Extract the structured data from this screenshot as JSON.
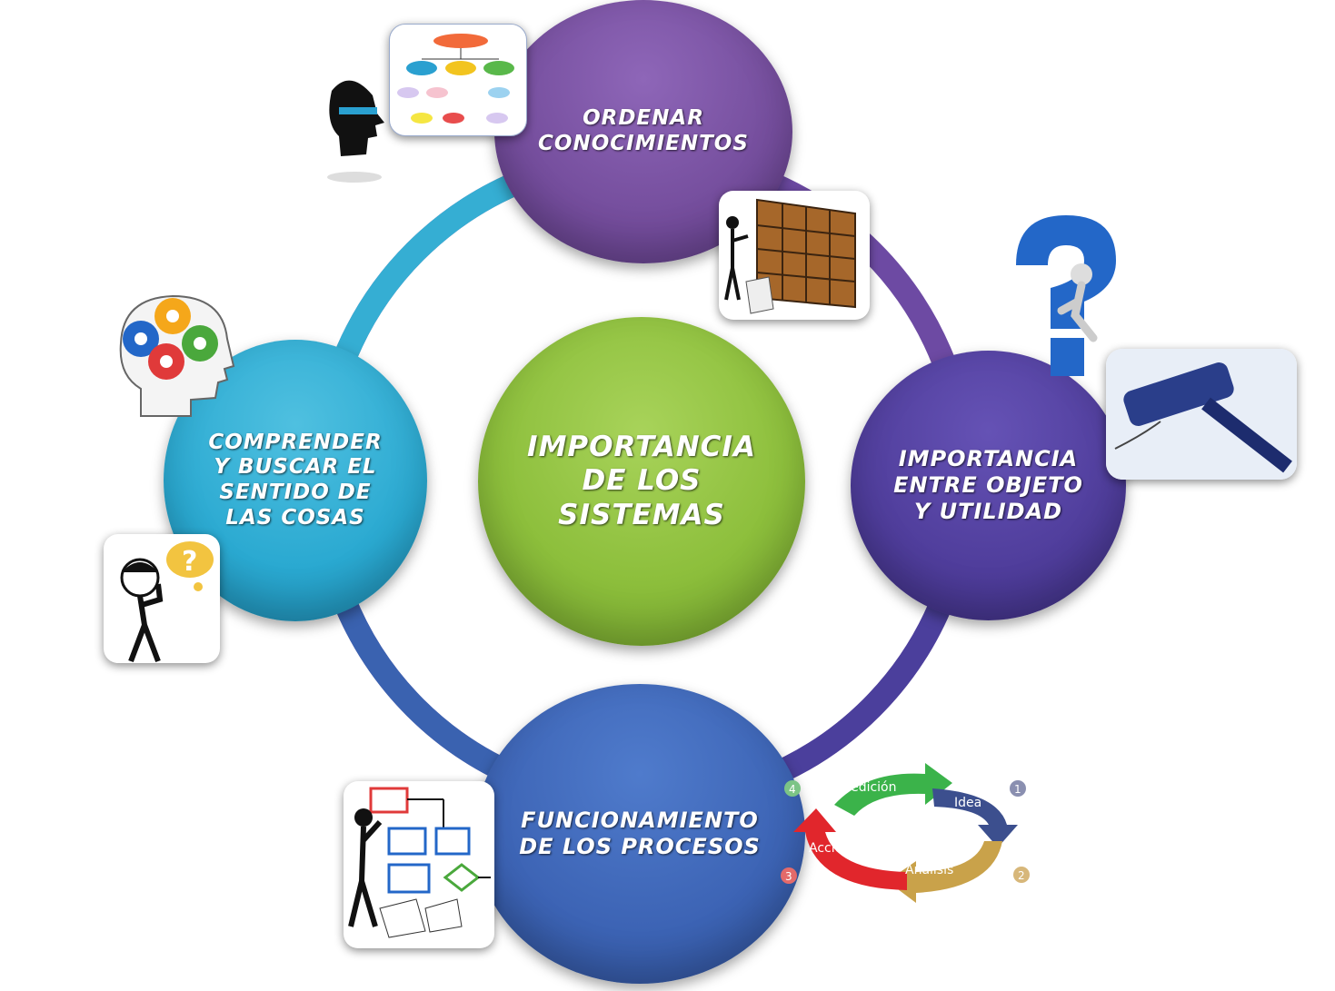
{
  "center": {
    "label": "IMPORTANCIA\nDE LOS\nSISTEMAS"
  },
  "nodes": {
    "top": {
      "label": "ORDENAR\nCONOCIMIENTOS"
    },
    "right": {
      "label": "IMPORTANCIA\nENTRE OBJETO\nY UTILIDAD"
    },
    "bottom": {
      "label": "FUNCIONAMIENTO\nDE LOS PROCESOS"
    },
    "left": {
      "label": "COMPRENDER\nY BUSCAR EL\nSENTIDO DE\nLAS COSAS"
    }
  },
  "cycle": {
    "steps": [
      "Idea",
      "Análisis",
      "Acción",
      "Medición"
    ],
    "numbers": [
      "1",
      "2",
      "3",
      "4"
    ]
  },
  "colors": {
    "ring_top": "#7b4fa3",
    "ring_left": "#33a6cc",
    "ring_bottom": "#3f5fa8",
    "ring_right": "#5a40a6",
    "node_top": "#744d9c",
    "node_right": "#4f3d9b",
    "node_bottom": "#3c63b4",
    "node_left": "#2aa9d1",
    "node_center": "#8fc03f"
  }
}
